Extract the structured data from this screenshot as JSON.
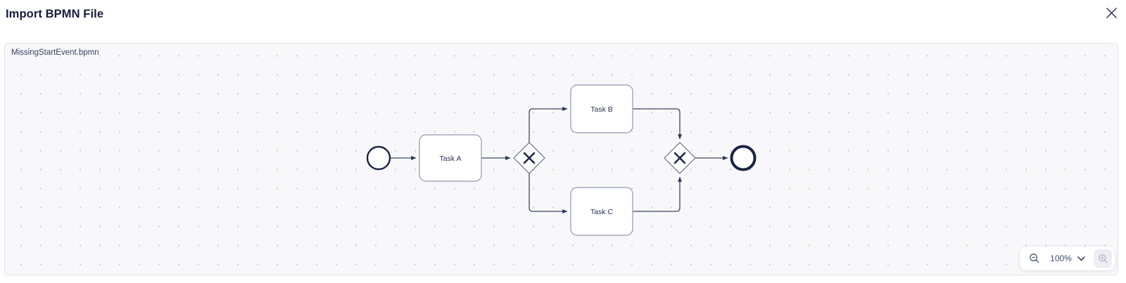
{
  "dialog": {
    "title": "Import BPMN File"
  },
  "preview": {
    "filename": "MissingStartEvent.bpmn"
  },
  "diagram": {
    "type": "bpmn-process",
    "labels": {
      "task_a": "Task A",
      "task_b": "Task B",
      "task_c": "Task C"
    },
    "nodes": [
      {
        "id": "start",
        "kind": "start-event"
      },
      {
        "id": "task_a",
        "kind": "task"
      },
      {
        "id": "gateway_split",
        "kind": "exclusive-gateway"
      },
      {
        "id": "task_b",
        "kind": "task"
      },
      {
        "id": "task_c",
        "kind": "task"
      },
      {
        "id": "gateway_join",
        "kind": "exclusive-gateway"
      },
      {
        "id": "end",
        "kind": "end-event"
      }
    ],
    "flows": [
      "start→task_a",
      "task_a→gateway_split",
      "gateway_split→task_b",
      "gateway_split→task_c",
      "task_b→gateway_join",
      "task_c→gateway_join",
      "gateway_join→end"
    ]
  },
  "zoom_controls": {
    "zoom_level": "100%"
  },
  "colors": {
    "title_navy": "#151c3d",
    "canvas_bg": "#f8f8fa",
    "canvas_border": "#e3e4ea",
    "dot_grid": "#c7cad4",
    "event_stroke": "#1a2444",
    "task_stroke": "#9099ae",
    "gateway_stroke": "#667089",
    "flow_stroke": "#3a4560",
    "label_text": "#2a3350"
  }
}
